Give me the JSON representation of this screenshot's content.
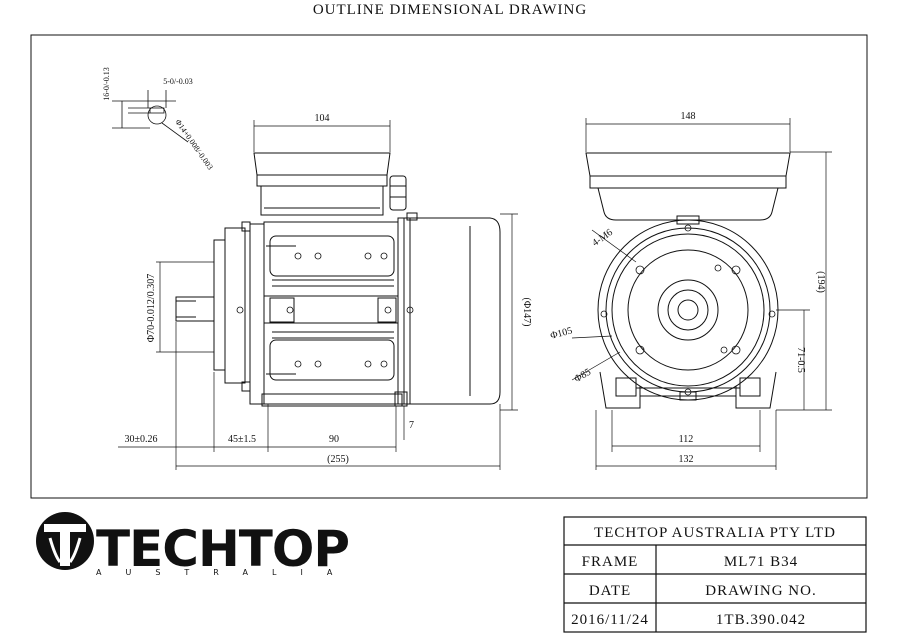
{
  "title": "OUTLINE DIMENSIONAL DRAWING",
  "side_view": {
    "dim_top": "104",
    "dim_height": "(Φ147)",
    "dim_flange": "Φ70-0.012/0.307",
    "dim_shaft_len": "30±0.26",
    "dim_45": "45±1.5",
    "dim_90": "90",
    "dim_7": "7",
    "dim_total": "(255)"
  },
  "key_detail": {
    "d1": "16-0/-0.13",
    "d2": "5-0/-0.03",
    "d3": "Φ14+0.008/-0.003"
  },
  "end_view": {
    "dim_top": "148",
    "dim_height": "(194)",
    "dim_holes": "4-M6",
    "dim_pcd": "Φ105",
    "dim_spigot": "Φ85",
    "dim_shaft_h": "71-0.5",
    "dim_112": "112",
    "dim_132": "132"
  },
  "logo": {
    "name": "TECHTOP",
    "sub": "AUSTRALIA"
  },
  "title_block": {
    "company": "TECHTOP AUSTRALIA PTY LTD",
    "frame_label": "FRAME",
    "frame_value": "ML71 B34",
    "date_label": "DATE",
    "drawing_label": "DRAWING NO.",
    "date_value": "2016/11/24",
    "drawing_value": "1TB.390.042"
  }
}
